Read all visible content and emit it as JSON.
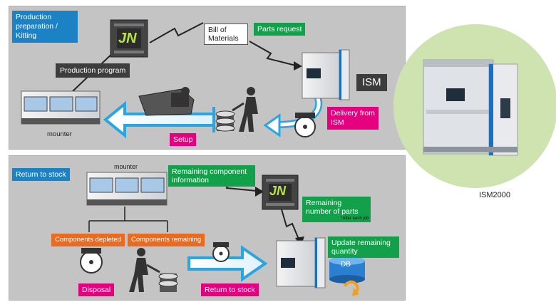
{
  "labels": {
    "production_prep": "Production preparation / Kitting",
    "bill_of_materials": "Bill of Materials",
    "parts_request": "Parts request",
    "production_program": "Production program",
    "ism": "ISM",
    "mounter_top": "mounter",
    "setup": "Setup",
    "delivery_from_ism": "Delivery from ISM",
    "return_to_stock_title": "Return to stock",
    "mounter_bottom": "mounter",
    "remaining_component_info": "Remaining component information",
    "remaining_parts": "Remaining number of parts",
    "after_each_job": "*After each job",
    "components_depleted": "Components depleted",
    "components_remaining": "Components remaining",
    "update_quantity": "Update remaining quantity",
    "db": "DB",
    "disposal": "Disposal",
    "return_to_stock_step": "Return to stock",
    "ism2000": "ISM2000",
    "jn_logo": "JN"
  },
  "colors": {
    "panel": "#c4c4c4",
    "blue": "#1b82c6",
    "green": "#12a14a",
    "magenta": "#e4007f",
    "orange": "#ec6a1e",
    "dark_label": "#3d3d3d",
    "arrow_blue": "#2aa5e0",
    "circle_green": "#cfe3b0"
  },
  "icons": [
    "jn-server-icon",
    "mounter-machine-icon",
    "ism-storage-icon",
    "worker-cart-icon",
    "reel-icon",
    "feeder-icon",
    "db-icon",
    "refresh-icon"
  ]
}
